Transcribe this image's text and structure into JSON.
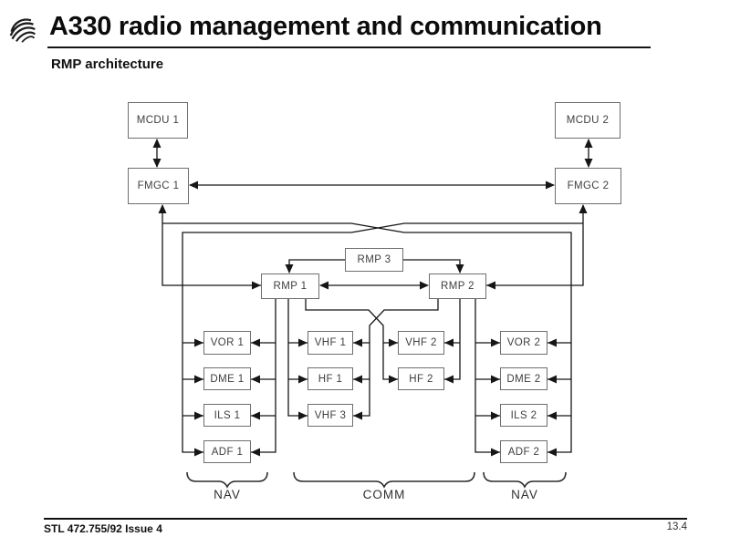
{
  "slide": {
    "title": "A330 radio management and communication",
    "subtitle": "RMP architecture"
  },
  "icons": {
    "logo": "aerospatiale-swirl-logo"
  },
  "diagram": {
    "boxes": {
      "mcdu1": "MCDU 1",
      "mcdu2": "MCDU 2",
      "fmgc1": "FMGC 1",
      "fmgc2": "FMGC 2",
      "rmp1": "RMP 1",
      "rmp2": "RMP 2",
      "rmp3": "RMP 3",
      "vor1": "VOR 1",
      "dme1": "DME 1",
      "ils1": "ILS 1",
      "adf1": "ADF 1",
      "vhf1": "VHF 1",
      "hf1": "HF 1",
      "vhf3": "VHF 3",
      "vhf2": "VHF 2",
      "hf2": "HF 2",
      "vor2": "VOR 2",
      "dme2": "DME 2",
      "ils2": "ILS 2",
      "adf2": "ADF 2"
    },
    "groups": {
      "nav_left": "NAV",
      "comm": "COMM",
      "nav_right": "NAV"
    }
  },
  "footer": {
    "reference": "STL 472.755/92 Issue 4",
    "page": "13.4"
  },
  "colors": {
    "line": "#161616",
    "box_border": "#6e6e6e",
    "box_text": "#3e3e3e"
  }
}
